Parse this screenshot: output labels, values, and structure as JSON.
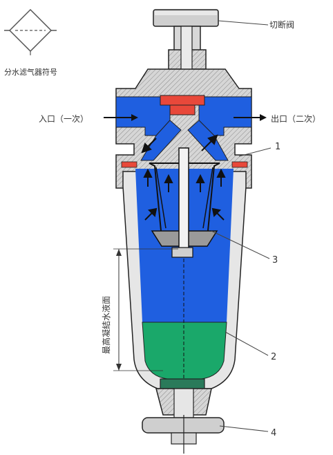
{
  "symbol": {
    "caption": "分水滤气器符号"
  },
  "callouts": {
    "cutoff_valve": "切断阀",
    "inlet": "入口（一次）",
    "outlet": "出口（二次）",
    "n1": "1",
    "n2": "2",
    "n3": "3",
    "n4": "4",
    "max_level": "最高凝結水液面"
  },
  "colors": {
    "air": "#1f5fe0",
    "water": "#1aa86a",
    "body": "#d9d9d9",
    "outline": "#222222",
    "seal": "#e8483a",
    "background": "#ffffff"
  }
}
